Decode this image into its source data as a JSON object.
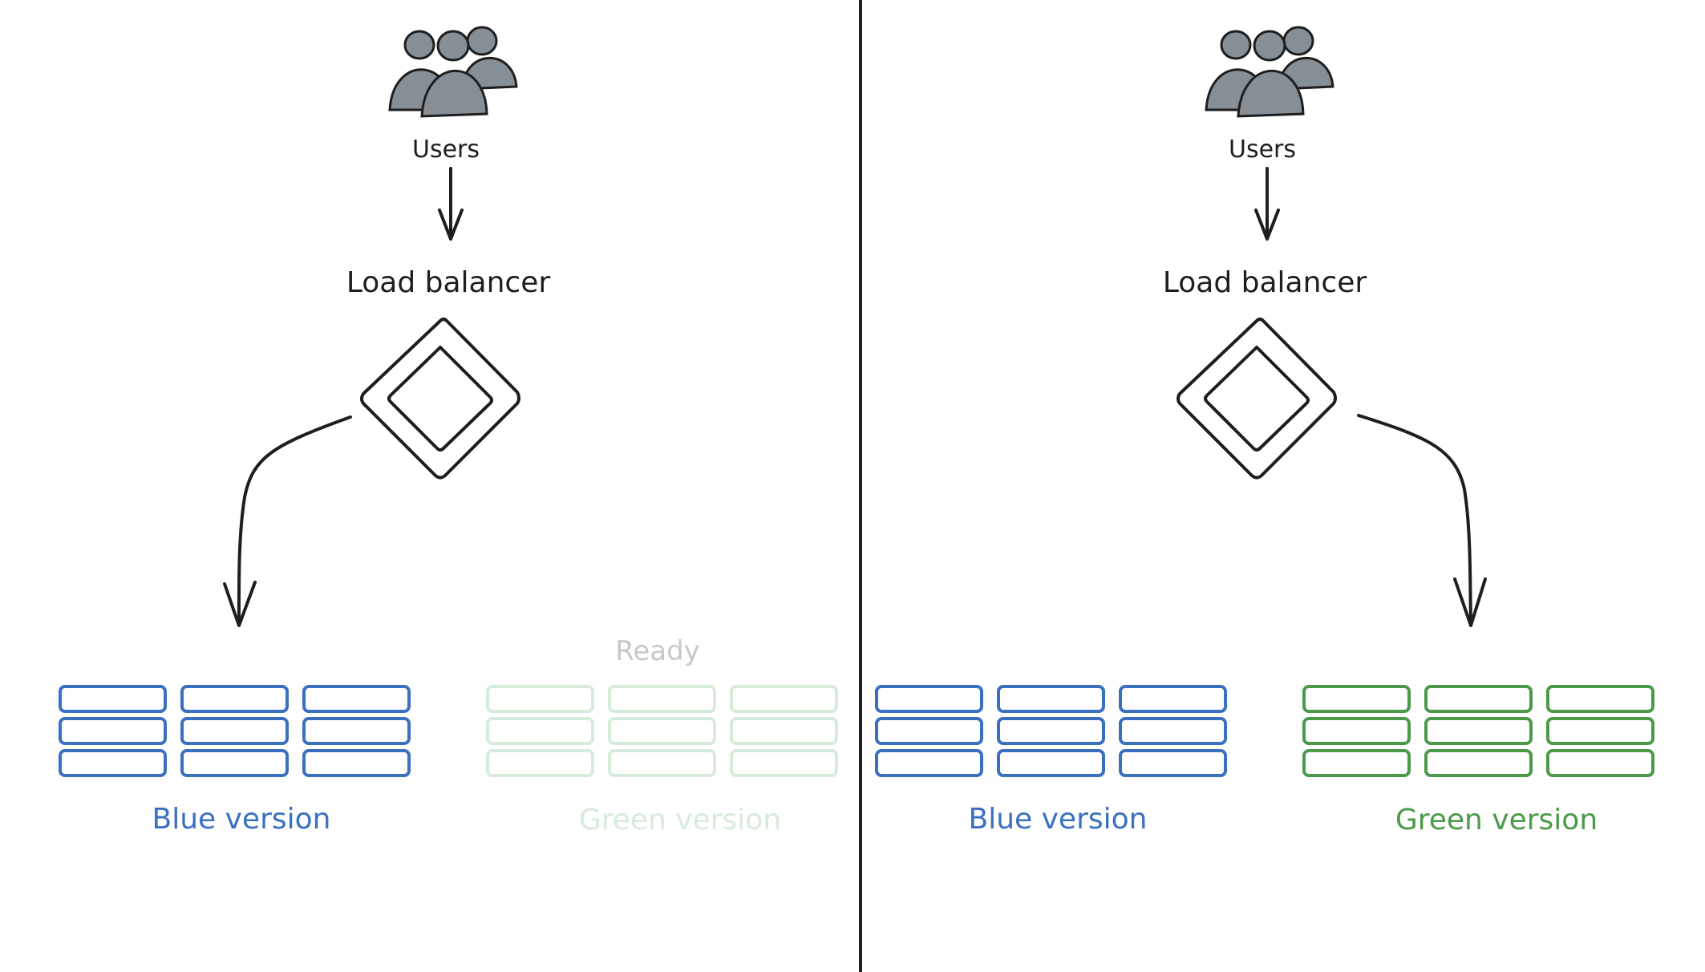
{
  "colors": {
    "ink": "#1e1e1e",
    "users_fill": "#868e96",
    "blue": "#3a70c0",
    "green": "#4a9a4a",
    "green_faded": "#d6ebda",
    "ready_text": "#c8c8c8"
  },
  "panels": [
    {
      "users_label": "Users",
      "load_balancer_label": "Load balancer",
      "blue_label": "Blue version",
      "green_label": "Green version",
      "status_label": "Ready",
      "traffic_target": "blue",
      "green_active": false
    },
    {
      "users_label": "Users",
      "load_balancer_label": "Load balancer",
      "blue_label": "Blue version",
      "green_label": "Green version",
      "traffic_target": "green",
      "green_active": true
    }
  ]
}
